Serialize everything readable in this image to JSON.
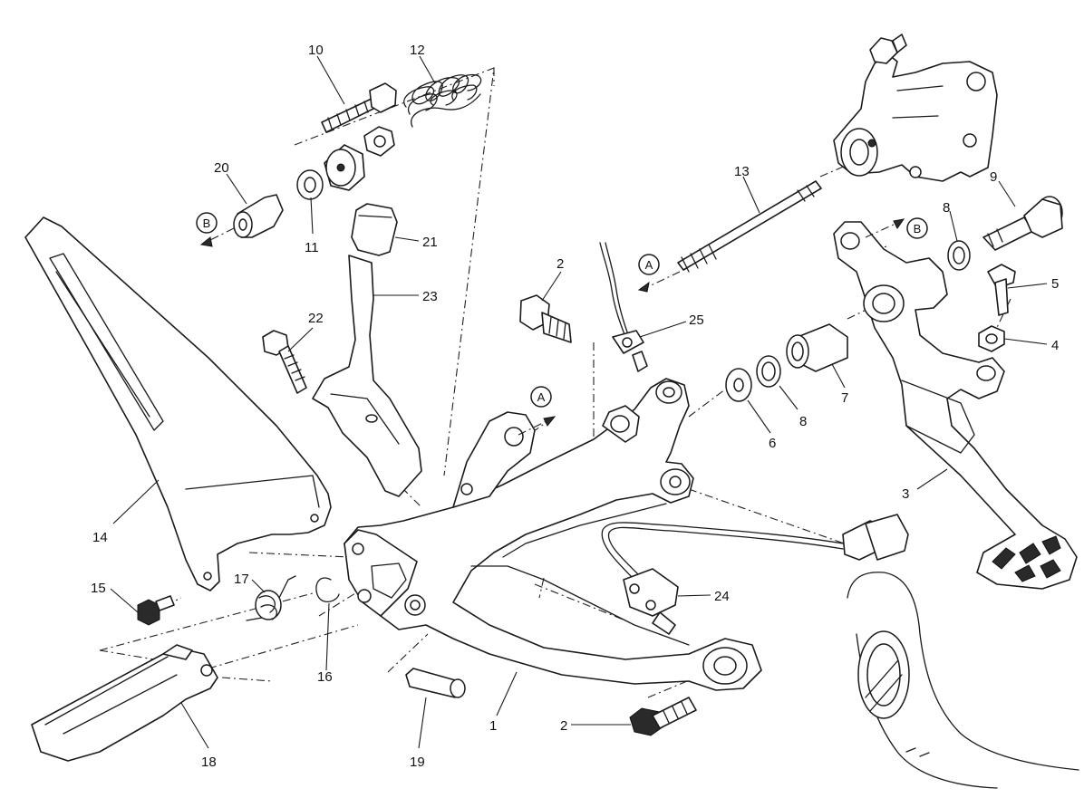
{
  "diagram": {
    "callouts": [
      {
        "id": "1",
        "text": "1"
      },
      {
        "id": "2a",
        "text": "2"
      },
      {
        "id": "2b",
        "text": "2"
      },
      {
        "id": "3",
        "text": "3"
      },
      {
        "id": "4",
        "text": "4"
      },
      {
        "id": "5",
        "text": "5"
      },
      {
        "id": "6",
        "text": "6"
      },
      {
        "id": "7",
        "text": "7"
      },
      {
        "id": "8a",
        "text": "8"
      },
      {
        "id": "8b",
        "text": "8"
      },
      {
        "id": "9",
        "text": "9"
      },
      {
        "id": "10",
        "text": "10"
      },
      {
        "id": "11",
        "text": "11"
      },
      {
        "id": "12",
        "text": "12"
      },
      {
        "id": "13",
        "text": "13"
      },
      {
        "id": "14",
        "text": "14"
      },
      {
        "id": "15",
        "text": "15"
      },
      {
        "id": "16",
        "text": "16"
      },
      {
        "id": "17",
        "text": "17"
      },
      {
        "id": "18",
        "text": "18"
      },
      {
        "id": "19",
        "text": "19"
      },
      {
        "id": "20",
        "text": "20"
      },
      {
        "id": "21",
        "text": "21"
      },
      {
        "id": "22",
        "text": "22"
      },
      {
        "id": "23",
        "text": "23"
      },
      {
        "id": "24",
        "text": "24"
      },
      {
        "id": "25",
        "text": "25"
      }
    ],
    "refs": [
      {
        "id": "A1",
        "text": "A"
      },
      {
        "id": "A2",
        "text": "A"
      },
      {
        "id": "B1",
        "text": "B"
      },
      {
        "id": "B2",
        "text": "B"
      }
    ],
    "colors": {
      "line": "#1a1a1a",
      "background": "#ffffff"
    }
  }
}
